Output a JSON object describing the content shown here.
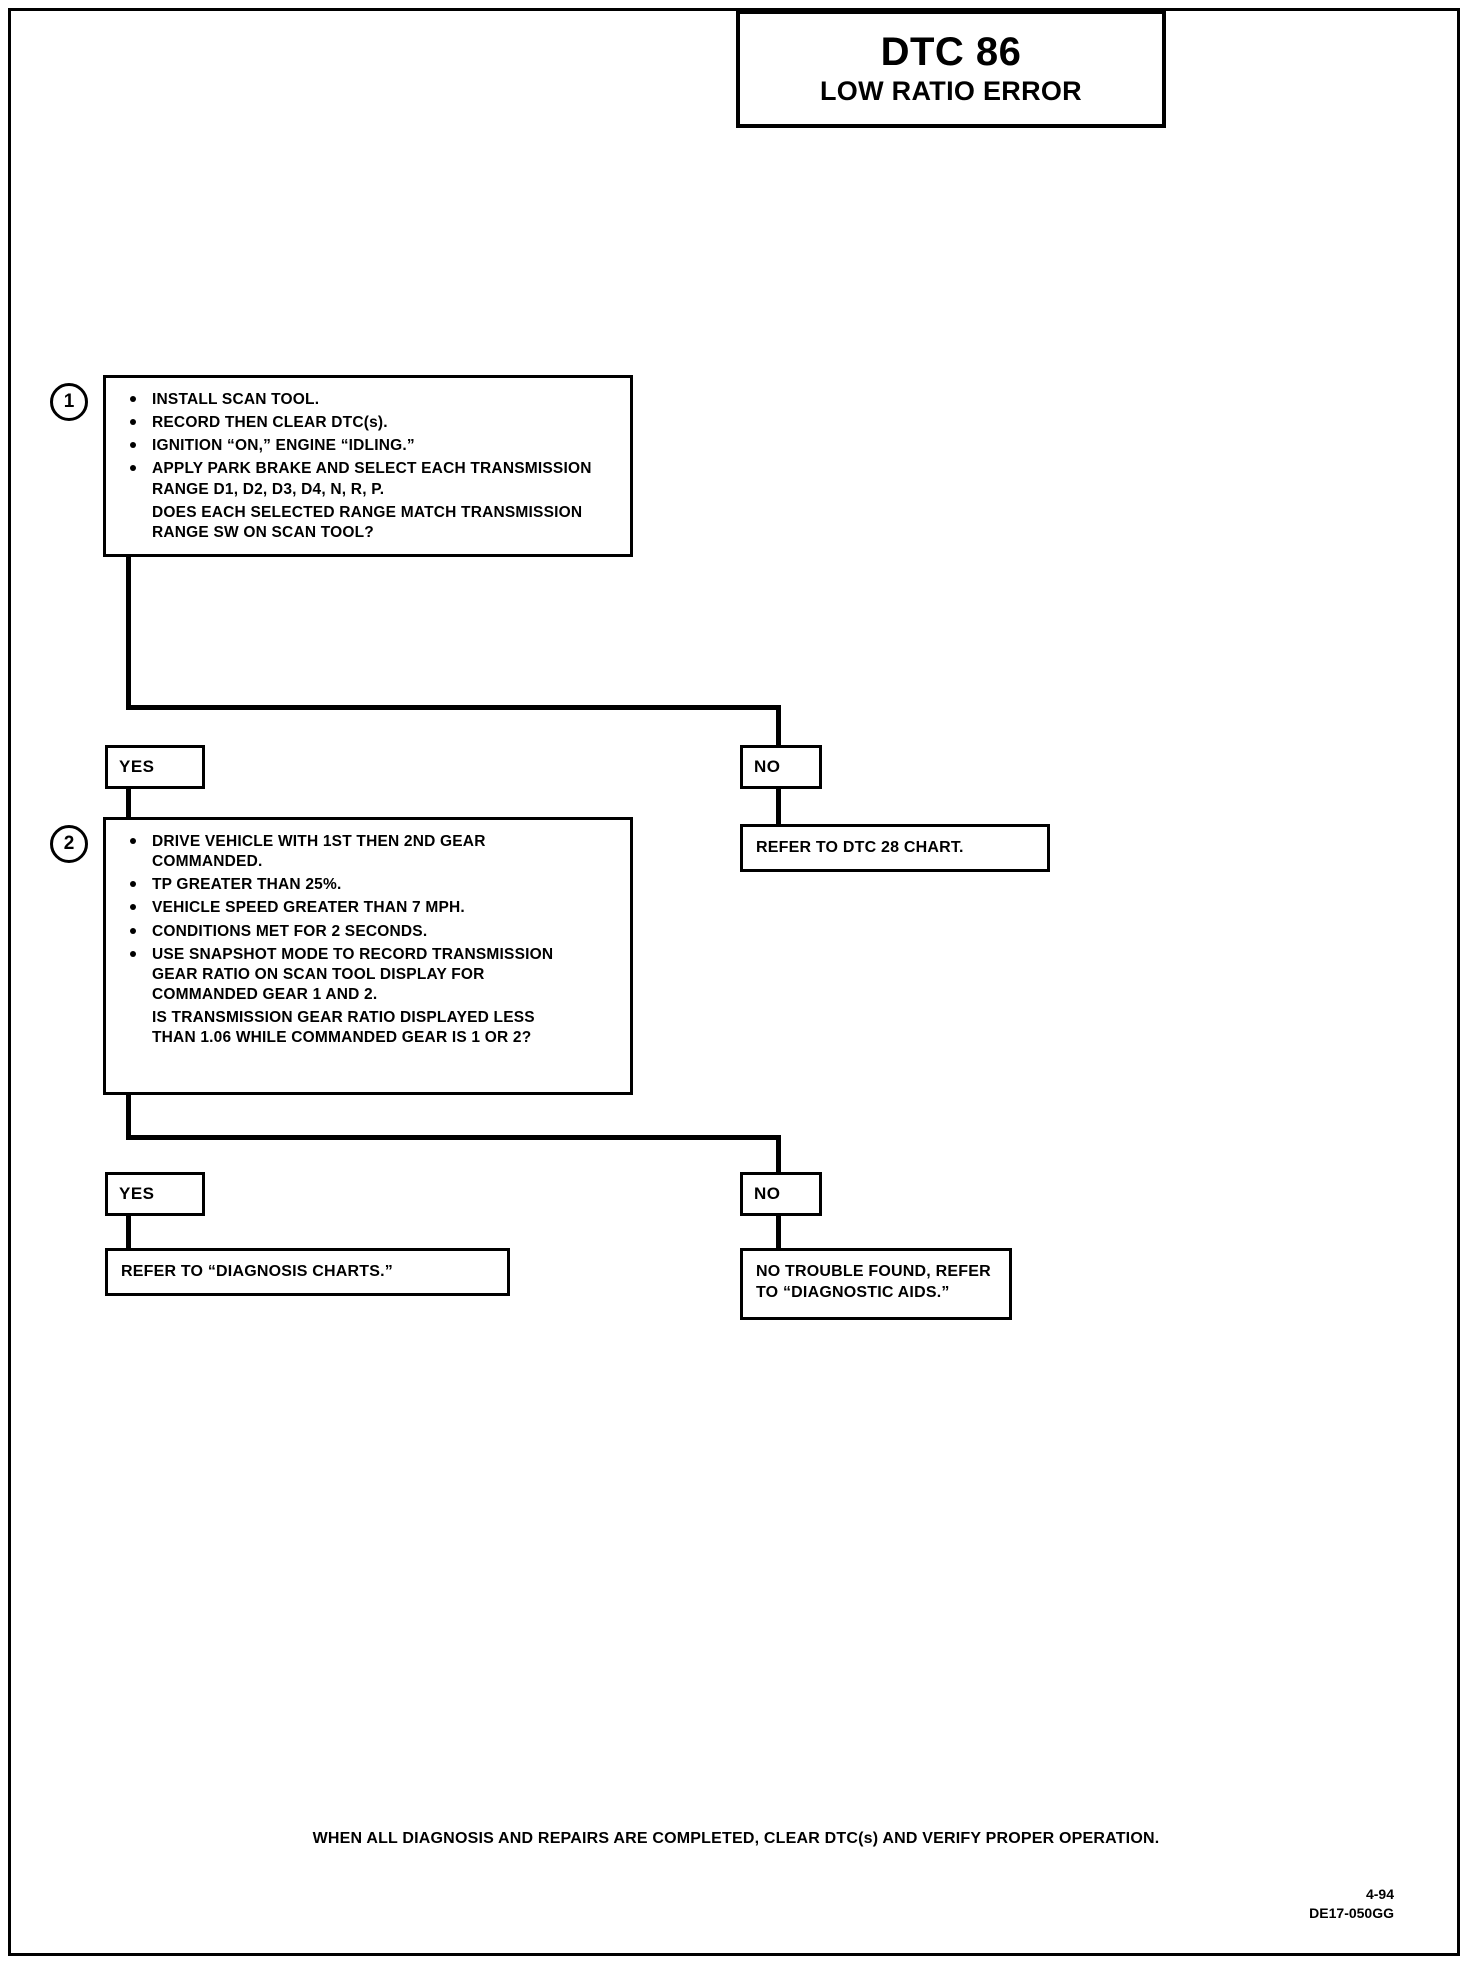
{
  "header": {
    "code": "DTC 86",
    "name": "LOW RATIO ERROR"
  },
  "steps": [
    {
      "number": "1",
      "items": [
        {
          "bullet": true,
          "text": "INSTALL SCAN TOOL."
        },
        {
          "bullet": true,
          "text": "RECORD THEN CLEAR DTC(s)."
        },
        {
          "bullet": true,
          "text": "IGNITION “ON,” ENGINE “IDLING.”"
        },
        {
          "bullet": true,
          "text": "APPLY PARK BRAKE AND SELECT EACH TRANSMISSION\nRANGE D1, D2, D3, D4, N, R, P."
        },
        {
          "bullet": false,
          "text": "DOES EACH SELECTED RANGE MATCH TRANSMISSION\nRANGE SW ON SCAN TOOL?"
        }
      ]
    },
    {
      "number": "2",
      "items": [
        {
          "bullet": true,
          "text": "DRIVE VEHICLE WITH 1ST THEN 2ND GEAR\nCOMMANDED."
        },
        {
          "bullet": true,
          "text": "TP GREATER THAN 25%."
        },
        {
          "bullet": true,
          "text": "VEHICLE SPEED GREATER THAN 7 MPH."
        },
        {
          "bullet": true,
          "text": "CONDITIONS MET FOR 2 SECONDS."
        },
        {
          "bullet": true,
          "text": "USE SNAPSHOT MODE TO RECORD TRANSMISSION\nGEAR RATIO ON SCAN TOOL DISPLAY FOR\nCOMMANDED GEAR 1 AND 2."
        },
        {
          "bullet": false,
          "text": "IS TRANSMISSION GEAR RATIO DISPLAYED LESS\nTHAN 1.06 WHILE COMMANDED GEAR IS 1 OR 2?"
        }
      ]
    }
  ],
  "branches": {
    "yes_label": "YES",
    "no_label": "NO",
    "step1_no_result": "REFER TO DTC 28 CHART.",
    "step2_yes_result": "REFER TO “DIAGNOSIS CHARTS.”",
    "step2_no_result": "NO TROUBLE FOUND, REFER\nTO “DIAGNOSTIC AIDS.”"
  },
  "footer": {
    "note": "WHEN ALL DIAGNOSIS AND REPAIRS ARE COMPLETED, CLEAR DTC(s) AND VERIFY PROPER OPERATION.",
    "page_number": "4-94",
    "document_id": "DE17-050GG"
  }
}
